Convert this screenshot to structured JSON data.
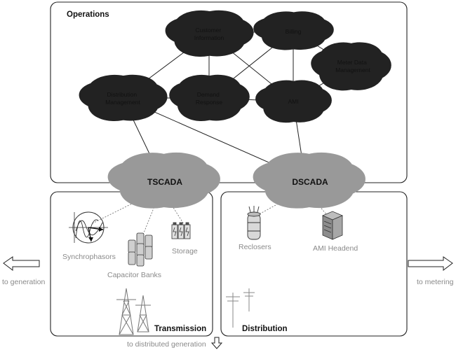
{
  "panels": {
    "operations": "Operations",
    "transmission": "Transmission",
    "distribution": "Distribution"
  },
  "nodes": {
    "customer_information": [
      "Customer",
      "Information"
    ],
    "billing": [
      "Billing"
    ],
    "meter_data_management": [
      "Meter Data",
      "Management"
    ],
    "distribution_management": [
      "Distribution",
      "Management"
    ],
    "demand_response": [
      "Demand",
      "Response"
    ],
    "ami": [
      "AMI"
    ]
  },
  "hubs": {
    "tscada": "TSCADA",
    "dscada": "DSCADA"
  },
  "devices": {
    "synchrophasors": "Synchrophasors",
    "capacitor_banks": "Capacitor Banks",
    "storage": "Storage",
    "reclosers": "Reclosers",
    "ami_headend": "AMI Headend"
  },
  "arrows": {
    "to_generation": "to generation",
    "to_metering": "to metering",
    "to_distributed_generation": "to distributed generation"
  }
}
